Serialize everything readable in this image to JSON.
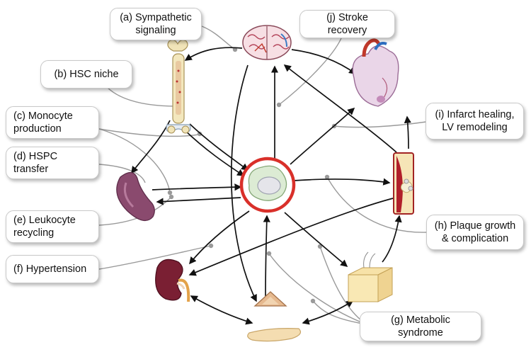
{
  "labels": {
    "a": "(a) Sympathetic\nsignaling",
    "b": "(b) HSC niche",
    "c": "(c) Monocyte\nproduction",
    "d": "(d) HSPC\ntransfer",
    "e": "(e) Leukocyte\nrecycling",
    "f": "(f) Hypertension",
    "g": "(g) Metabolic syndrome",
    "h": "(h) Plaque growth\n& complication",
    "i": "(i) Infarct healing,\nLV remodeling",
    "j": "(j) Stroke recovery"
  },
  "organs": [
    "brain",
    "bone",
    "heart",
    "spleen",
    "leukocyte",
    "artery",
    "kidney",
    "adipose",
    "pancreas"
  ],
  "colors": {
    "arrow": "#111111",
    "connector": "#9a9a9a",
    "center_ring": "#d9302a",
    "cell": "#dcebd4"
  }
}
